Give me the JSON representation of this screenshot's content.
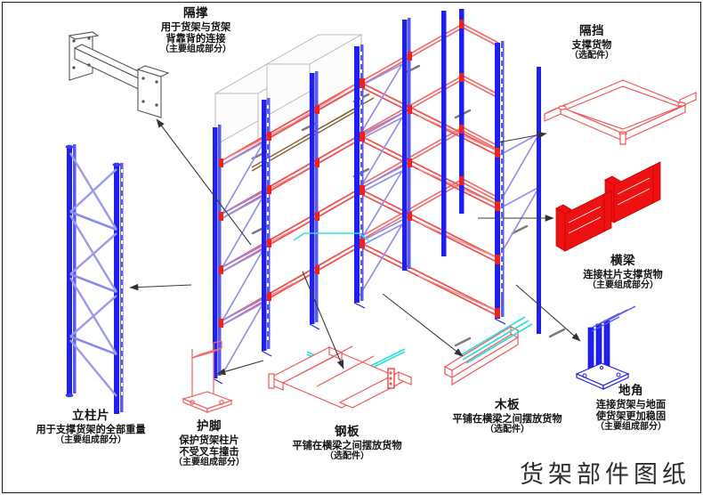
{
  "document": {
    "title": "货架部件图纸",
    "watermark": "货架部件图纸",
    "type": "isometric-assembly-drawing"
  },
  "colors": {
    "upright_blue": "#2020ee",
    "brace_blue": "#8a8aee",
    "beam_red": "#f05050",
    "beam_red_solid": "#ee1111",
    "guard_pink": "#f08080",
    "board_cyan": "#33dddd",
    "carton_outline": "#bdbdbd",
    "leader_line": "#444444",
    "text": "#111111",
    "frame": "#1a1a1a"
  },
  "callouts": [
    {
      "id": "spacer",
      "name": "隔撑",
      "desc": [
        "用于货架与货架",
        "背靠背的连接"
      ],
      "note": "（主要组成部分）",
      "category": "main",
      "color": "#555555"
    },
    {
      "id": "divider",
      "name": "隔挡",
      "desc": [
        "支撑货物"
      ],
      "note": "（选配件）",
      "category": "optional",
      "color": "#f05050"
    },
    {
      "id": "beam",
      "name": "横梁",
      "desc": [
        "连接柱片支撑货物"
      ],
      "note": "（主要组成部分）",
      "category": "main",
      "color": "#ee1111"
    },
    {
      "id": "foot-anchor",
      "name": "地角",
      "desc": [
        "连接货架与地面",
        "使货架更加稳固"
      ],
      "note": "（主要组成部分）",
      "category": "main",
      "color": "#2020ee"
    },
    {
      "id": "wood-board",
      "name": "木板",
      "desc": [
        "平铺在横梁之间摆放货物"
      ],
      "note": "（选配件）",
      "category": "optional",
      "color": "#33dddd"
    },
    {
      "id": "steel-board",
      "name": "钢板",
      "desc": [
        "平铺在横梁之间摆放货物"
      ],
      "note": "（选配件）",
      "category": "optional",
      "color": "#f05050"
    },
    {
      "id": "column-guard",
      "name": "护脚",
      "desc": [
        "保护货架柱片",
        "不受叉车撞击"
      ],
      "note": "（主要组成部分）",
      "category": "main",
      "color": "#f08080"
    },
    {
      "id": "upright-frame",
      "name": "立柱片",
      "desc": [
        "用于支撑货架的全部重量"
      ],
      "note": "（主要组成部分）",
      "category": "main",
      "color": "#2020ee"
    }
  ]
}
